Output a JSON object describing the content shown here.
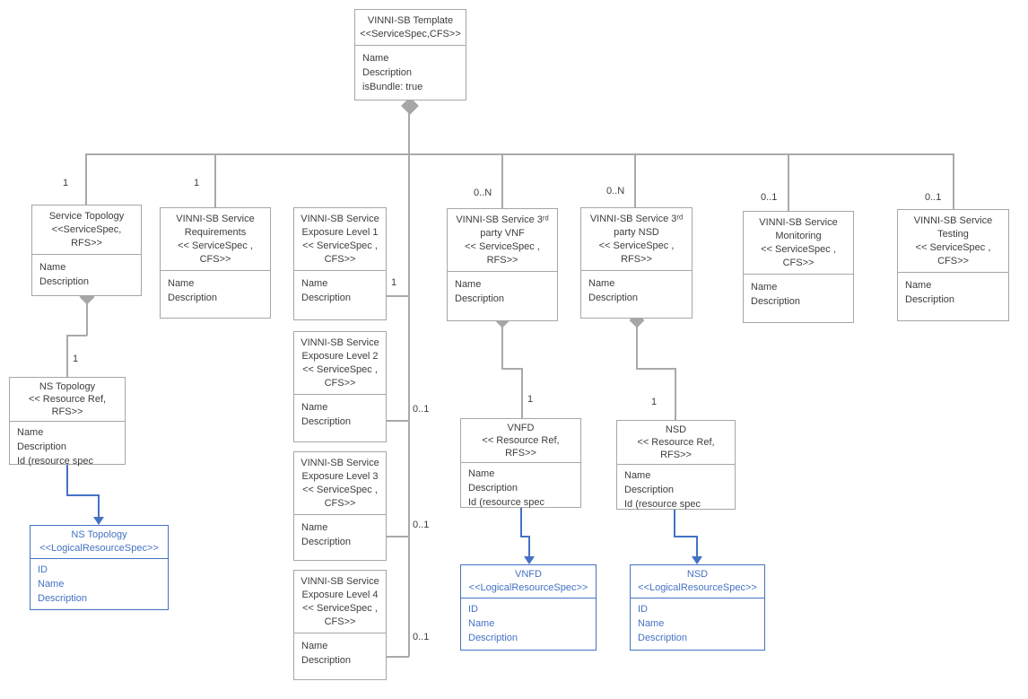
{
  "colors": {
    "box_border": "#a6a6a6",
    "connector_gray": "#a9a9a9",
    "text_gray": "#3d3d3d",
    "accent_blue": "#4472c4"
  },
  "nodes": {
    "template": {
      "title": [
        "VINNI-SB Template",
        "<<ServiceSpec,CFS>>"
      ],
      "attrs": [
        "Name",
        "Description",
        "isBundle: true"
      ]
    },
    "service_topology": {
      "title": [
        "Service Topology",
        "<<ServiceSpec,",
        "RFS>>"
      ],
      "attrs": [
        "Name",
        "Description"
      ]
    },
    "requirements": {
      "title": [
        "VINNI-SB Service",
        "Requirements",
        "<< ServiceSpec ,",
        "CFS>>"
      ],
      "attrs": [
        "Name",
        "Description"
      ]
    },
    "exposure1": {
      "title": [
        "VINNI-SB Service",
        "Exposure Level 1",
        "<< ServiceSpec ,",
        "CFS>>"
      ],
      "attrs": [
        "Name",
        "Description"
      ]
    },
    "vnf_3rd_party": {
      "title": [
        "VINNI-SB Service 3ʳᵈ",
        "party VNF",
        "<< ServiceSpec ,",
        "RFS>>"
      ],
      "attrs": [
        "Name",
        "Description"
      ]
    },
    "nsd_3rd_party": {
      "title": [
        "VINNI-SB Service 3ʳᵈ",
        "party NSD",
        "<< ServiceSpec ,",
        "RFS>>"
      ],
      "attrs": [
        "Name",
        "Description"
      ]
    },
    "monitoring": {
      "title": [
        "VINNI-SB Service",
        "Monitoring",
        "<< ServiceSpec ,",
        "CFS>>"
      ],
      "attrs": [
        "Name",
        "Description"
      ]
    },
    "testing": {
      "title": [
        "VINNI-SB Service",
        "Testing",
        "<< ServiceSpec ,",
        "CFS>>"
      ],
      "attrs": [
        "Name",
        "Description"
      ]
    },
    "ns_topology_ref": {
      "title": [
        "NS Topology",
        "<< Resource Ref,",
        "RFS>>"
      ],
      "attrs": [
        "Name",
        "Description",
        "Id (resource spec"
      ]
    },
    "exposure2": {
      "title": [
        "VINNI-SB Service",
        "Exposure Level 2",
        "<< ServiceSpec ,",
        "CFS>>"
      ],
      "attrs": [
        "Name",
        "Description"
      ]
    },
    "exposure3": {
      "title": [
        "VINNI-SB Service",
        "Exposure Level 3",
        "<< ServiceSpec ,",
        "CFS>>"
      ],
      "attrs": [
        "Name",
        "Description"
      ]
    },
    "exposure4": {
      "title": [
        "VINNI-SB Service",
        "Exposure Level 4",
        "<< ServiceSpec ,",
        "CFS>>"
      ],
      "attrs": [
        "Name",
        "Description"
      ]
    },
    "vnfd_ref": {
      "title": [
        "VNFD",
        "<< Resource Ref,",
        "RFS>>"
      ],
      "attrs": [
        "Name",
        "Description",
        "Id (resource spec"
      ]
    },
    "nsd_ref": {
      "title": [
        "NSD",
        "<< Resource Ref,",
        "RFS>>"
      ],
      "attrs": [
        "Name",
        "Description",
        "Id (resource spec"
      ]
    },
    "ns_topology_lrs": {
      "title": [
        "NS Topology",
        "<<LogicalResourceSpec>>"
      ],
      "attrs": [
        "ID",
        "Name",
        "Description"
      ]
    },
    "vnfd_lrs": {
      "title": [
        "VNFD",
        "<<LogicalResourceSpec>>"
      ],
      "attrs": [
        "ID",
        "Name",
        "Description"
      ]
    },
    "nsd_lrs": {
      "title": [
        "NSD",
        "<<LogicalResourceSpec>>"
      ],
      "attrs": [
        "ID",
        "Name",
        "Description"
      ]
    }
  },
  "mult": {
    "service_topology": "1",
    "requirements": "1",
    "exposure1": "1",
    "vnf_3rd_party": "0..N",
    "nsd_3rd_party": "0..N",
    "monitoring": "0..1",
    "testing": "0..1",
    "ns_topology_ref": "1",
    "exposure2": "0..1",
    "exposure3": "0..1",
    "exposure4": "0..1",
    "vnfd_ref": "1",
    "nsd_ref": "1"
  }
}
